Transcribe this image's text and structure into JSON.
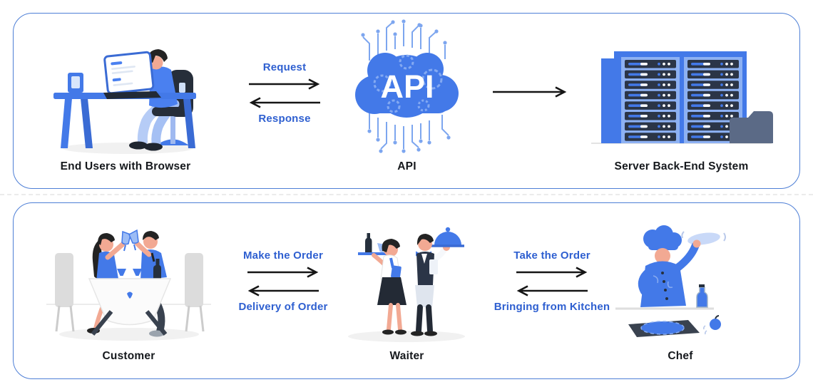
{
  "colors": {
    "panel_border": "#4e7fd6",
    "illustration_blue": "#4379e8",
    "flow_text_blue": "#2e5fd0",
    "label_text": "#15181c",
    "arrow_black": "#151515"
  },
  "top_panel": {
    "nodes": [
      {
        "label": "End Users with Browser",
        "icon": "end-user-at-desk-illustration"
      },
      {
        "label": "API",
        "icon": "api-cloud-illustration"
      },
      {
        "label": "Server Back-End System",
        "icon": "server-rack-illustration"
      }
    ],
    "cloud_text": "API",
    "flows": [
      {
        "forward_label": "Request",
        "backward_label": "Response"
      }
    ]
  },
  "bottom_panel": {
    "nodes": [
      {
        "label": "Customer",
        "icon": "customers-dining-illustration"
      },
      {
        "label": "Waiter",
        "icon": "waiters-illustration"
      },
      {
        "label": "Chef",
        "icon": "chef-illustration"
      }
    ],
    "flows": [
      {
        "forward_label": "Make the Order",
        "backward_label": "Delivery of Order"
      },
      {
        "forward_label": "Take the Order",
        "backward_label": "Bringing from Kitchen"
      }
    ]
  }
}
